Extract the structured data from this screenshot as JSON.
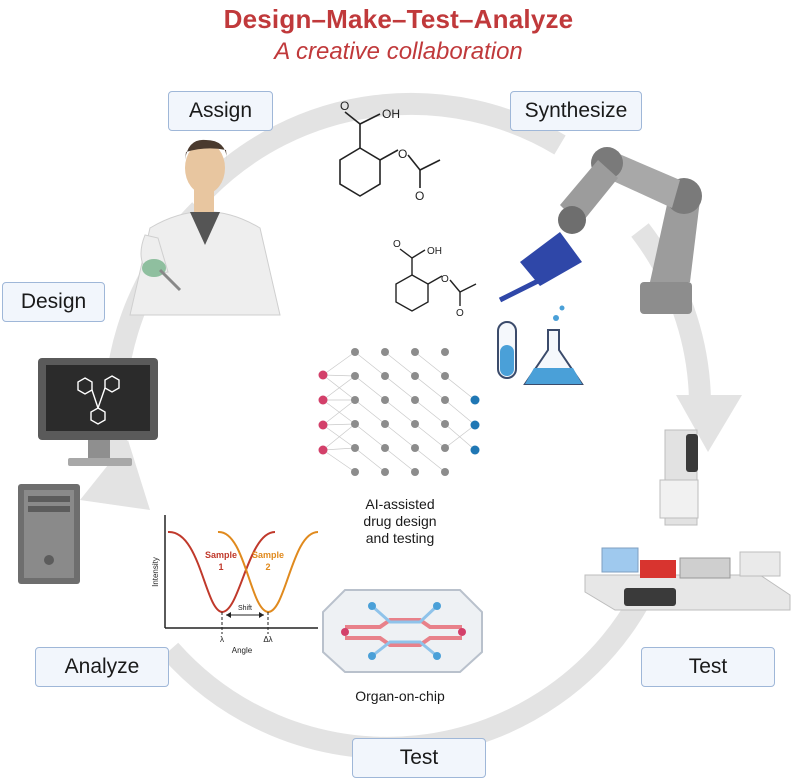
{
  "title": "Design–Make–Test–Analyze",
  "subtitle": "A creative collaboration",
  "steps": {
    "assign": "Assign",
    "synthesize": "Synthesize",
    "design": "Design",
    "test_right": "Test",
    "analyze": "Analyze",
    "test_bottom": "Test"
  },
  "center_caption": [
    "AI-assisted",
    "drug design",
    "and testing"
  ],
  "organ_chip_label": "Organ-on-chip",
  "molecule_labels": {
    "oh": "OH",
    "o": "O"
  },
  "spr_plot": {
    "ylabel": "Intensity",
    "xlabel": "Angle",
    "sample1": [
      "Sample",
      "1"
    ],
    "sample2": [
      "Sample",
      "2"
    ],
    "shift": "Shift",
    "lambda": "λ",
    "delta_lambda": "Δλ"
  },
  "colors": {
    "title": "#c0393b",
    "cycle_ring": "#e3e3e3",
    "tag_fill": "#f2f6fc",
    "tag_border": "#9fb7d8",
    "node_input": "#d3406a",
    "node_hidden": "#8c8c8c",
    "node_output": "#1f77b4",
    "sample1": "#c0392b",
    "sample2": "#e08a1e"
  },
  "icons": [
    "scientist-icon",
    "robot-arm-icon",
    "monitor-icon",
    "pc-tower-icon",
    "liquid-handler-icon",
    "test-tube-icon",
    "flask-icon",
    "neural-network-icon",
    "organ-on-chip-icon"
  ]
}
